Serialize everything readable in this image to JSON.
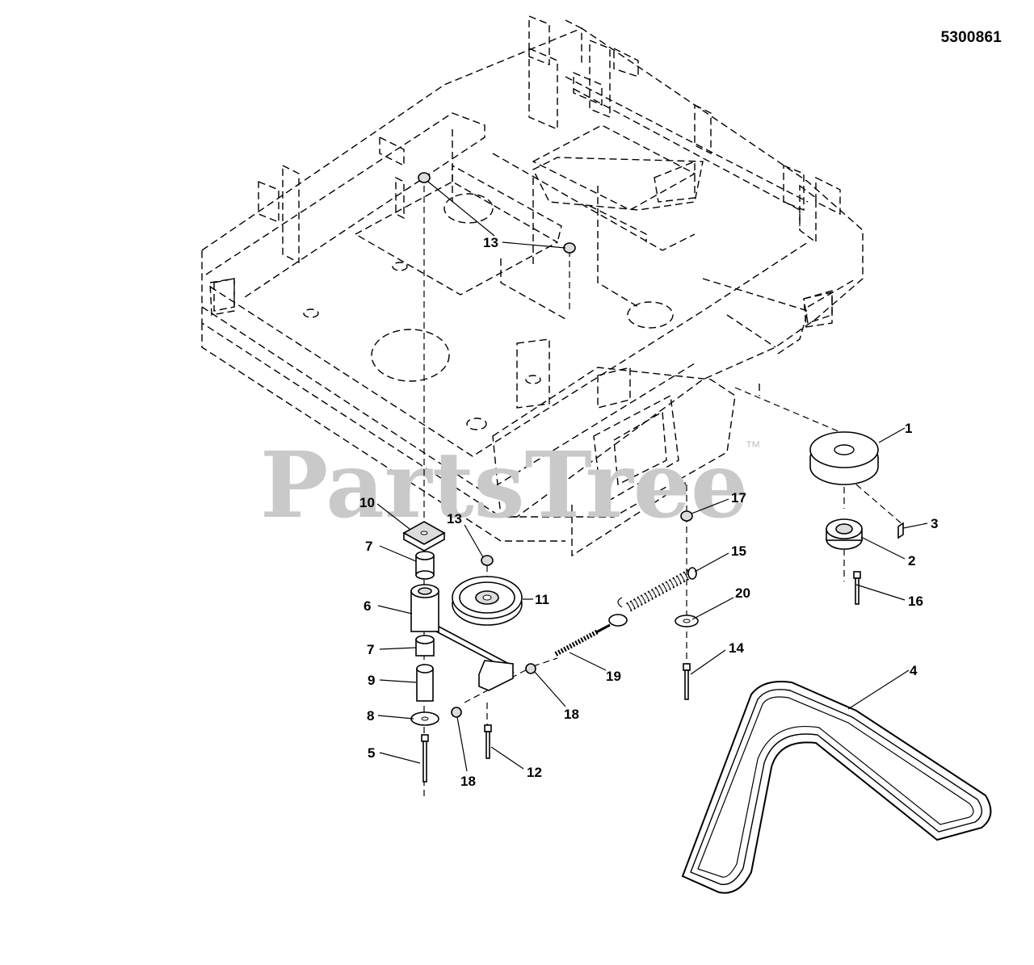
{
  "diagram": {
    "number": "5300861",
    "watermark": "PartsTree",
    "watermark_mark": "™",
    "callouts": [
      "1",
      "2",
      "3",
      "4",
      "5",
      "6",
      "7",
      "7",
      "8",
      "9",
      "10",
      "11",
      "12",
      "13",
      "13",
      "13",
      "14",
      "15",
      "16",
      "17",
      "18",
      "18",
      "19",
      "20"
    ]
  }
}
